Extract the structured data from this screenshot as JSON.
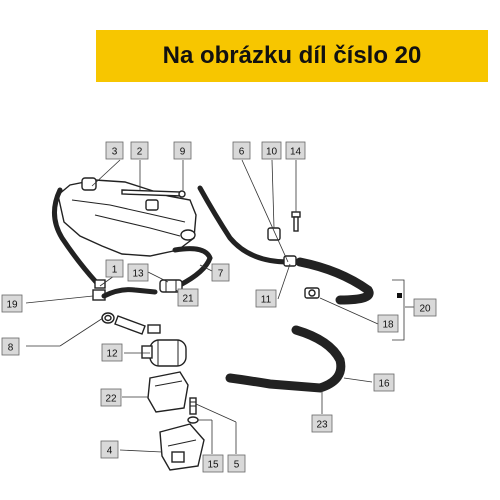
{
  "banner": {
    "title": "Na obrázku díl číslo 20",
    "background_color": "#f7c600",
    "text_color": "#111111"
  },
  "callouts": {
    "c1": "1",
    "c2": "2",
    "c3": "3",
    "c4": "4",
    "c5": "5",
    "c6": "6",
    "c7": "7",
    "c8": "8",
    "c9": "9",
    "c10": "10",
    "c11": "11",
    "c12": "12",
    "c13": "13",
    "c14": "14",
    "c15": "15",
    "c16": "16",
    "c18": "18",
    "c19": "19",
    "c20": "20",
    "c21": "21",
    "c22": "22",
    "c23": "23"
  }
}
